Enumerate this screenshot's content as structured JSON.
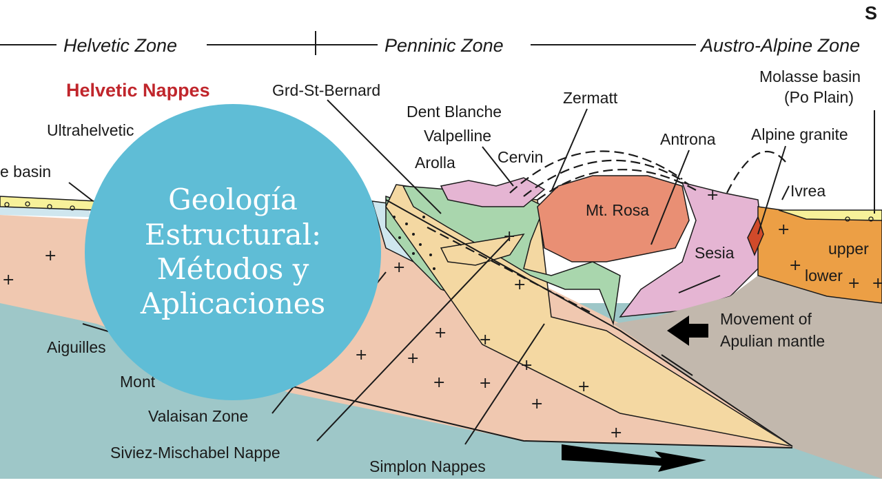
{
  "corner_letter": "S",
  "zones": [
    "Helvetic Zone",
    "Penninic Zone",
    "Austro-Alpine Zone"
  ],
  "labels": {
    "helvetic_nappes": "Helvetic Nappes",
    "ultrahelvetic": "Ultrahelvetic",
    "molasse_basin_left": "e basin",
    "grd_st_bernard": "Grd-St-Bernard",
    "dent_blanche": "Dent Blanche",
    "valpelline": "Valpelline",
    "arolla": "Arolla",
    "cervin": "Cervin",
    "zermatt": "Zermatt",
    "antrona": "Antrona",
    "mt_rosa": "Mt. Rosa",
    "sesia": "Sesia",
    "molasse_basin_right_line1": "Molasse basin",
    "molasse_basin_right_line2": "(Po Plain)",
    "alpine_granite": "Alpine granite",
    "ivrea": "Ivrea",
    "upper": "upper",
    "lower": "lower",
    "movement_line1": "Movement of",
    "movement_line2": "Apulian mantle",
    "aiguilles": "Aiguilles",
    "mont": "Mont",
    "valaisan_zone": "Valaisan Zone",
    "siviez_mischabel": "Siviez-Mischabel Nappe",
    "simplon_nappes": "Simplon Nappes"
  },
  "title": "Geología\nEstructural:\nMétodos y\nAplicaciones",
  "colors": {
    "mantle_teal": "#9ec7c8",
    "apulian_grey": "#c2b8ad",
    "crust_pink": "#f0c8b0",
    "penninic_tan": "#f4d8a2",
    "green_cover": "#a9d6ad",
    "dent_blanche_pink": "#e5b5d3",
    "monte_rosa_orange": "#e98f74",
    "ivrea_orange": "#ec9f45",
    "molasse_yellow": "#f7f19a",
    "title_circle": "#5fbdd6",
    "red_label": "#c0262c"
  }
}
